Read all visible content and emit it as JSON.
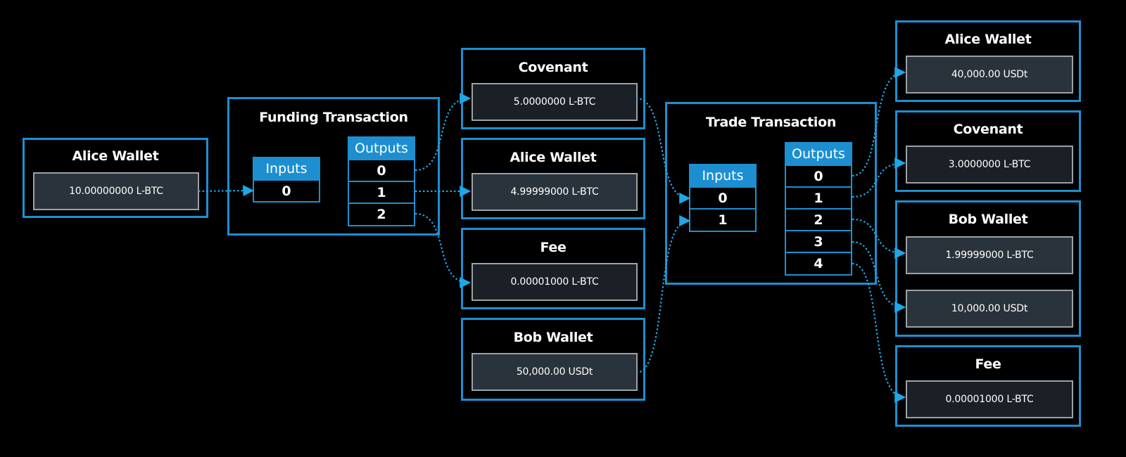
{
  "source_wallet": {
    "title": "Alice Wallet",
    "value": "10.00000000 L-BTC"
  },
  "funding_tx": {
    "title": "Funding Transaction",
    "inputs_label": "Inputs",
    "inputs": [
      "0"
    ],
    "outputs_label": "Outputs",
    "outputs": [
      "0",
      "1",
      "2"
    ]
  },
  "funding_outputs": [
    {
      "title": "Covenant",
      "value": "5.0000000 L-BTC"
    },
    {
      "title": "Alice Wallet",
      "value": "4.99999000 L-BTC"
    },
    {
      "title": "Fee",
      "value": "0.00001000 L-BTC"
    }
  ],
  "bob_wallet": {
    "title": "Bob Wallet",
    "value": "50,000.00 USDt"
  },
  "trade_tx": {
    "title": "Trade Transaction",
    "inputs_label": "Inputs",
    "inputs": [
      "0",
      "1"
    ],
    "outputs_label": "Outputs",
    "outputs": [
      "0",
      "1",
      "2",
      "3",
      "4"
    ]
  },
  "trade_outputs": {
    "alice": {
      "title": "Alice Wallet",
      "value": "40,000.00 USDt"
    },
    "covenant": {
      "title": "Covenant",
      "value": "3.0000000 L-BTC"
    },
    "bob": {
      "title": "Bob Wallet",
      "values": [
        "1.99999000 L-BTC",
        "10,000.00 USDt"
      ]
    },
    "fee": {
      "title": "Fee",
      "value": "0.00001000 L-BTC"
    }
  },
  "colors": {
    "accent": "#1d8fd1",
    "link": "#1ea7e8",
    "value_box": "#2a323b",
    "value_box_dark": "#1b2026",
    "value_border": "#9aa2a9",
    "background": "#000000"
  }
}
